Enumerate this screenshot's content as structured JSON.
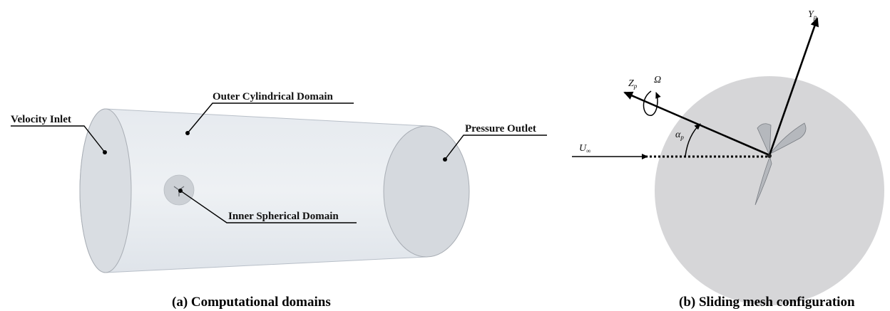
{
  "panel_a": {
    "caption": "(a) Computational domains",
    "labels": {
      "velocity_inlet": "Velocity Inlet",
      "outer_domain": "Outer Cylindrical Domain",
      "pressure_outlet": "Pressure Outlet",
      "inner_domain": "Inner Spherical Domain"
    }
  },
  "panel_b": {
    "caption": "(b) Sliding mesh configuration",
    "symbols": {
      "y_axis": "Y",
      "y_sub": "p",
      "z_axis": "Z",
      "z_sub": "p",
      "omega": "Ω",
      "alpha": "α",
      "alpha_sub": "p",
      "u_inf": "U",
      "u_sub": "∞"
    }
  },
  "colors": {
    "cylinder_fill": "#e1e6ec",
    "ellipse_fill": "#d5d9de",
    "disc_fill": "#d6d6d8",
    "blade_fill": "#b5b8bd"
  }
}
